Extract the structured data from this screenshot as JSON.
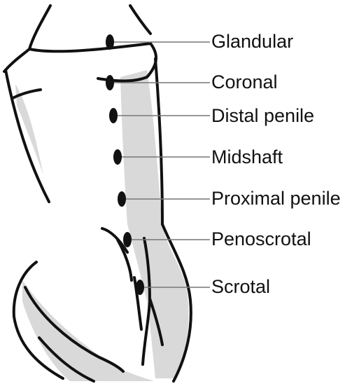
{
  "diagram": {
    "labels": [
      "Glandular",
      "Coronal",
      "Distal penile",
      "Midshaft",
      "Proximal penile",
      "Penoscrotal",
      "Scrotal"
    ],
    "colors": {
      "outline": "#111111",
      "shading": "#d9d9d9",
      "leader": "#777777",
      "text": "#111111"
    }
  }
}
